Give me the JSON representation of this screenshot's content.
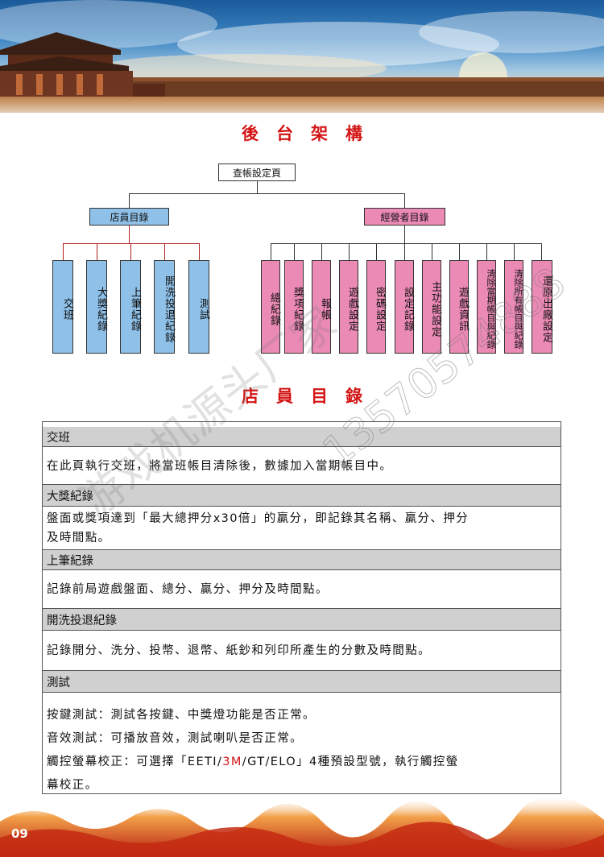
{
  "page": {
    "title_main": "後台架構",
    "title_staff": "店員目錄",
    "page_number": "09"
  },
  "org_chart": {
    "root": "查帳設定頁",
    "left_branch": "店員目錄",
    "right_branch": "經營者目錄",
    "left_leaves": [
      "交班",
      "大獎紀錄",
      "上筆紀錄",
      "開洗投退紀錄",
      "測試"
    ],
    "right_leaves": [
      "總紀錄",
      "獎項紀錄",
      "報帳",
      "遊戲設定",
      "密碼設定",
      "設定記錄",
      "主功能設定",
      "遊戲資訊",
      "清除當期帳目與紀錄",
      "清除所有帳目與紀錄",
      "還原出廠設定"
    ]
  },
  "sections": [
    {
      "heading": "交班",
      "lines": [
        "在此頁執行交班，將當班帳目清除後，數據加入當期帳目中。"
      ]
    },
    {
      "heading": "大獎紀錄",
      "lines": [
        "盤面或獎項達到「最大總押分x30倍」的贏分，即記錄其名稱、贏分、押分",
        "及時間點。"
      ]
    },
    {
      "heading": "上筆紀錄",
      "lines": [
        "記錄前局遊戲盤面、總分、贏分、押分及時間點。"
      ]
    },
    {
      "heading": "開洗投退紀錄",
      "lines": [
        "記錄開分、洗分、投幣、退幣、紙鈔和列印所產生的分數及時間點。"
      ]
    },
    {
      "heading": "測試",
      "lines": [
        "按鍵測試：測試各按鍵、中獎燈功能是否正常。",
        "音效測試：可播放音效，測試喇叭是否正常。"
      ],
      "touch_prefix": "觸控螢幕校正：可選擇「EETI/",
      "touch_accent": "3M",
      "touch_suffix": "/GT/ELO」4種預設型號，執行觸控螢",
      "touch_end": "幕校正。"
    }
  ],
  "watermark": {
    "text": "游戏机源头厂家",
    "number": "13570574888"
  },
  "colors": {
    "title_red": "#d41515",
    "staff_blue": "#8fc0e8",
    "owner_pink": "#ec8ab6",
    "header_gray": "#d0d0d0"
  }
}
